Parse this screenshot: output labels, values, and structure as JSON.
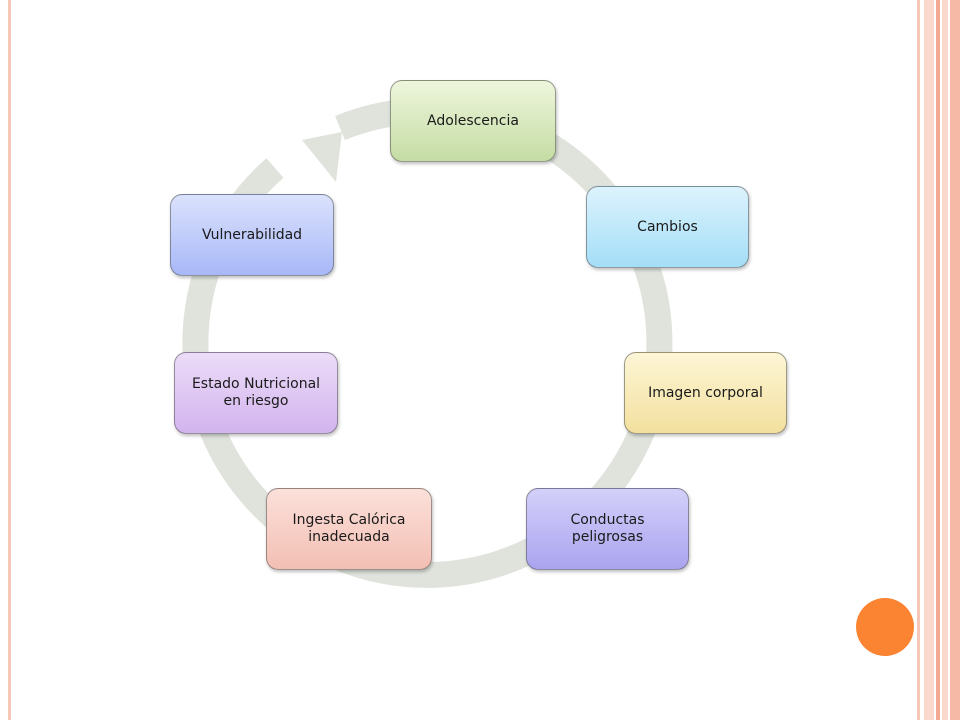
{
  "diagram": {
    "type": "cycle",
    "nodes": [
      {
        "id": "adolescencia",
        "label_lines": [
          "Adolescencia"
        ],
        "color": "#d6e8b8"
      },
      {
        "id": "cambios",
        "label_lines": [
          "Cambios"
        ],
        "color": "#bde8fb"
      },
      {
        "id": "imagen",
        "label_lines": [
          "Imagen corporal"
        ],
        "color": "#f8eab8"
      },
      {
        "id": "conductas",
        "label_lines": [
          "Conductas",
          "peligrosas"
        ],
        "color": "#bdb8f4"
      },
      {
        "id": "ingesta",
        "label_lines": [
          "Ingesta Calórica",
          "inadecuada"
        ],
        "color": "#f7cfc6"
      },
      {
        "id": "estado",
        "label_lines": [
          "Estado Nutricional",
          "en riesgo"
        ],
        "color": "#e0c8f4"
      },
      {
        "id": "vulnerabilidad",
        "label_lines": [
          "Vulnerabilidad"
        ],
        "color": "#c0cbfa"
      }
    ],
    "ring_color": "#dfe3dc",
    "accent_dot_color": "#fb8432"
  }
}
